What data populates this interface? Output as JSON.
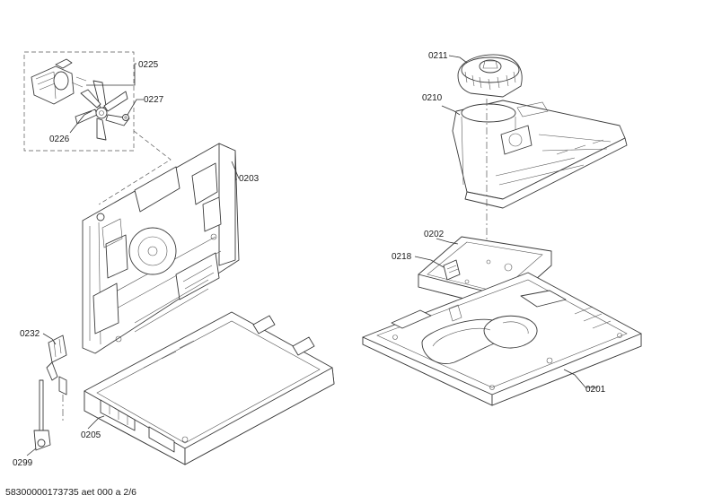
{
  "callouts": [
    {
      "id": "0225",
      "label": "0225"
    },
    {
      "id": "0227",
      "label": "0227"
    },
    {
      "id": "0226",
      "label": "0226"
    },
    {
      "id": "0203",
      "label": "0203"
    },
    {
      "id": "0232",
      "label": "0232"
    },
    {
      "id": "0205",
      "label": "0205"
    },
    {
      "id": "0299",
      "label": "0299"
    },
    {
      "id": "0211",
      "label": "0211"
    },
    {
      "id": "0210",
      "label": "0210"
    },
    {
      "id": "0202",
      "label": "0202"
    },
    {
      "id": "0218",
      "label": "0218"
    },
    {
      "id": "0201",
      "label": "0201"
    }
  ],
  "footer": {
    "text": "58300000173735 aet 000 a 2/6"
  }
}
